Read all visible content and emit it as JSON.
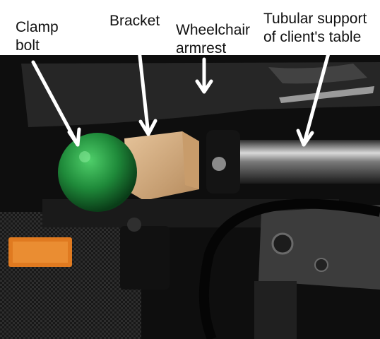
{
  "labels": {
    "clamp_bolt": "Clamp\nbolt",
    "bracket": "Bracket",
    "armrest": "Wheelchair\narmrest",
    "tubular_support": "Tubular support\nof client's table"
  },
  "colors": {
    "label_text": "#111111",
    "arrow": "#ffffff",
    "ball": "#1f8a3a",
    "bracket_wood": "#d8b48a",
    "reflector": "#e07a20"
  }
}
